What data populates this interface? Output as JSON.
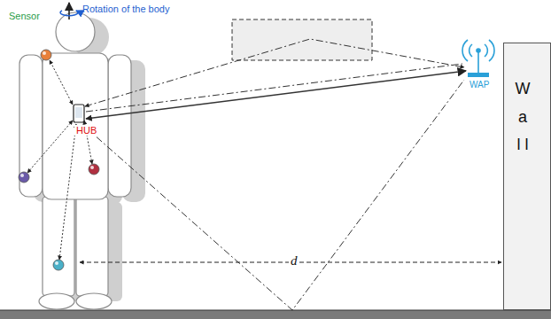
{
  "diagram": {
    "nodes": [
      {
        "text": [
          "W a l l"
        ]
      }
    ],
    "labels": [
      "Rotation of the body",
      "Sensor",
      "HUB",
      "WAP",
      "d"
    ]
  }
}
